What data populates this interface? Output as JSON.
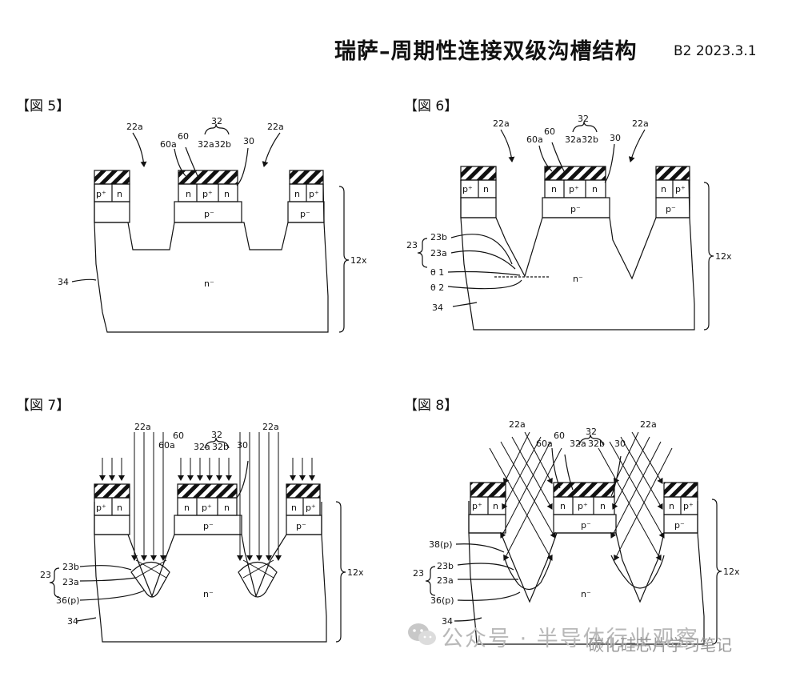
{
  "header": {
    "title": "瑞萨–周期性连接双级沟槽结构",
    "subtitle": "B2 2023.3.1"
  },
  "panels": [
    {
      "label": "【図 5】"
    },
    {
      "label": "【図 6】"
    },
    {
      "label": "【図 7】"
    },
    {
      "label": "【図 8】"
    }
  ],
  "labels": {
    "l22a": "22a",
    "l60": "60",
    "l60a": "60a",
    "l32": "32",
    "l32a": "32a",
    "l32b": "32b",
    "l30": "30",
    "l12x": "12x",
    "l34": "34",
    "lnm": "n⁻",
    "lpm": "p⁻",
    "lpp": "p⁺",
    "ln": "n",
    "l23": "23",
    "l23a": "23a",
    "l23b": "23b",
    "ltheta1": "θ 1",
    "ltheta2": "θ 2",
    "l36p": "36(p)",
    "l38p": "38(p)"
  },
  "watermark": {
    "main": "公众号 · 半导体行业观察",
    "sub": "碳化硅芯片学习笔记"
  }
}
